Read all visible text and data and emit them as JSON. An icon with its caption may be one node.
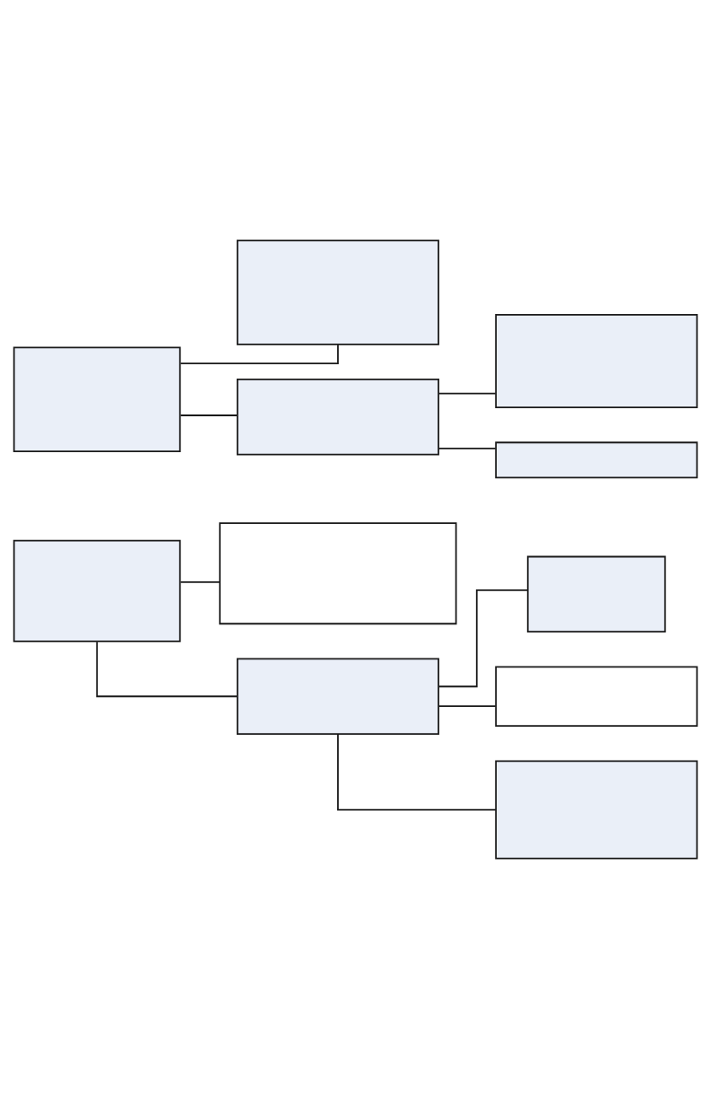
{
  "diagram": {
    "nodes": [
      {
        "text": [],
        "shape": "box"
      },
      {
        "text": [],
        "shape": "box"
      },
      {
        "text": [],
        "shape": "box"
      },
      {
        "text": [],
        "shape": "box"
      },
      {
        "text": [],
        "shape": "box"
      },
      {
        "text": [],
        "shape": "box"
      },
      {
        "text": [],
        "shape": "box"
      },
      {
        "text": [],
        "shape": "box"
      },
      {
        "text": [],
        "shape": "box"
      },
      {
        "text": [],
        "shape": "box"
      },
      {
        "text": [],
        "shape": "box"
      }
    ],
    "edges": [
      {
        "from": 0,
        "to": 1,
        "arrow": "none"
      },
      {
        "from": 0,
        "to": 2,
        "arrow": "none"
      },
      {
        "from": 2,
        "to": 3,
        "arrow": "none"
      },
      {
        "from": 2,
        "to": 4,
        "arrow": "none"
      },
      {
        "from": 5,
        "to": 6,
        "arrow": "none"
      },
      {
        "from": 5,
        "to": 7,
        "arrow": "none"
      },
      {
        "from": 7,
        "to": 8,
        "arrow": "none"
      },
      {
        "from": 7,
        "to": 9,
        "arrow": "none"
      },
      {
        "from": 7,
        "to": 10,
        "arrow": "none"
      }
    ]
  }
}
